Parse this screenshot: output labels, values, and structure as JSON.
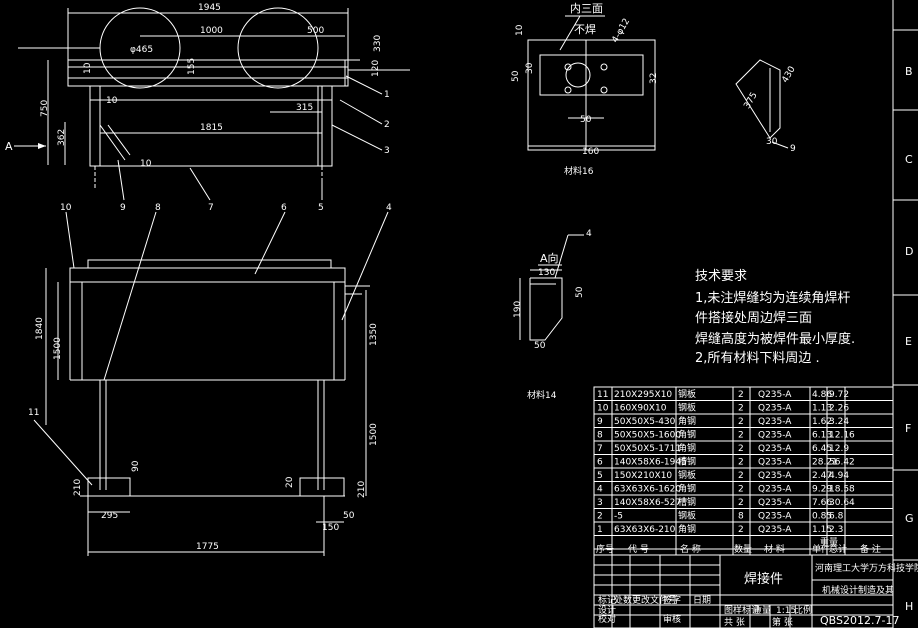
{
  "colors": {
    "background": "#000000",
    "lines": "#ffffff"
  },
  "front_view": {
    "dims": [
      "1945",
      "1000",
      "500",
      "φ465",
      "155",
      "330",
      "120",
      "10",
      "10",
      "750",
      "362",
      "10",
      "315",
      "1815",
      "10"
    ],
    "arrow_label": "A",
    "leaders": [
      "1",
      "2",
      "3",
      "9",
      "7",
      "5"
    ]
  },
  "plan_view": {
    "leaders": [
      "10",
      "8",
      "6",
      "4",
      "11"
    ],
    "dims": [
      "1840",
      "1500",
      "1350",
      "1500",
      "90",
      "20",
      "210",
      "210",
      "295",
      "150",
      "50",
      "1775"
    ]
  },
  "detail_plate": {
    "note_top": "内三面",
    "note_bottom": "不焊",
    "dims": [
      "4-φ12",
      "10",
      "50",
      "30",
      "32",
      "50",
      "160"
    ],
    "caption": "材料16"
  },
  "detail_gusset": {
    "dims": [
      "430",
      "375",
      "30",
      "9"
    ]
  },
  "detail_a": {
    "title": "A向",
    "leader": "4",
    "dims": [
      "130",
      "50",
      "190",
      "50"
    ],
    "caption": "材料14"
  },
  "notes": {
    "title": "技术要求",
    "lines": [
      "1,未注焊缝均为连续角焊杆",
      "件搭接处周边焊三面",
      "焊缝高度为被焊件最小厚度.",
      "2,所有材料下料周边   ."
    ]
  },
  "bom": {
    "rows": [
      [
        "11",
        "210X295X10",
        "钢板",
        "2",
        "Q235-A",
        "4.86",
        "9.72"
      ],
      [
        "10",
        "160X90X10",
        "钢板",
        "2",
        "Q235-A",
        "1.13",
        "2.26"
      ],
      [
        "9",
        "50X50X5-430",
        "角钢",
        "2",
        "Q235-A",
        "1.62",
        "3.24"
      ],
      [
        "8",
        "50X50X5-1600",
        "角钢",
        "2",
        "Q235-A",
        "6.13",
        "12.16"
      ],
      [
        "7",
        "50X50X5-1711",
        "角钢",
        "2",
        "Q235-A",
        "6.45",
        "12.9"
      ],
      [
        "6",
        "140X58X6-1945",
        "槽钢",
        "2",
        "Q235-A",
        "28.21",
        "56.42"
      ],
      [
        "5",
        "150X210X10",
        "钢板",
        "2",
        "Q235-A",
        "2.47",
        "4.94"
      ],
      [
        "4",
        "63X63X6-1620",
        "角钢",
        "2",
        "Q235-A",
        "9.29",
        "18.58"
      ],
      [
        "3",
        "140X58X6-527",
        "槽钢",
        "2",
        "Q235-A",
        "7.66",
        "30.64"
      ],
      [
        "2",
        "-5",
        "钢板",
        "8",
        "Q235-A",
        "0.85",
        "6.8"
      ],
      [
        "1",
        "63X63X6-210",
        "角钢",
        "2",
        "Q235-A",
        "1.15",
        "2.3"
      ]
    ],
    "header": [
      "序号",
      "代 号",
      "名 称",
      "数量",
      "材 料",
      "单件",
      "总计",
      "备 注"
    ],
    "header_sub": "重量"
  },
  "title_block": {
    "name": "焊接件",
    "school": "河南理工大学万方科技学院",
    "school2": "机械设计制造及其",
    "drawing_no": "QBS2012.7-17",
    "scale": "1:15",
    "small": [
      "标记",
      "处数",
      "更改文件号",
      "签字",
      "日期",
      "图样标记",
      "重量",
      "比例",
      "设计",
      "校对",
      "审核",
      "共  张",
      "第  张"
    ]
  },
  "border": {
    "rows": [
      "B",
      "C",
      "D",
      "E",
      "F",
      "G",
      "H"
    ]
  }
}
